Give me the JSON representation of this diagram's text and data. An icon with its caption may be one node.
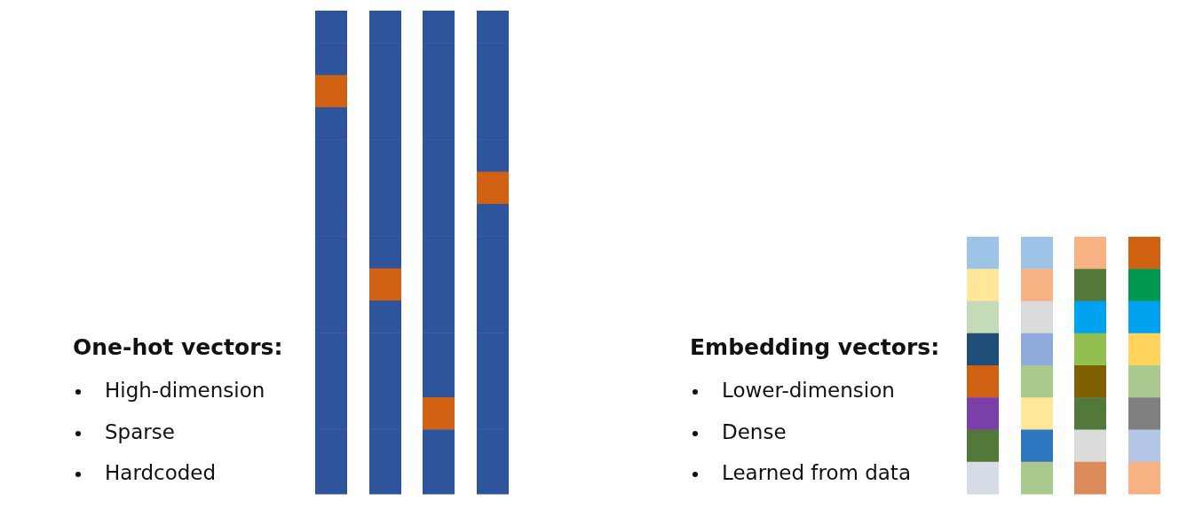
{
  "diagram": {
    "labels": [
      "One-hot vectors:",
      "High-dimension",
      "Sparse",
      "Hardcoded",
      "Embedding vectors:",
      "Lower-dimension",
      "Dense",
      "Learned from data"
    ]
  }
}
